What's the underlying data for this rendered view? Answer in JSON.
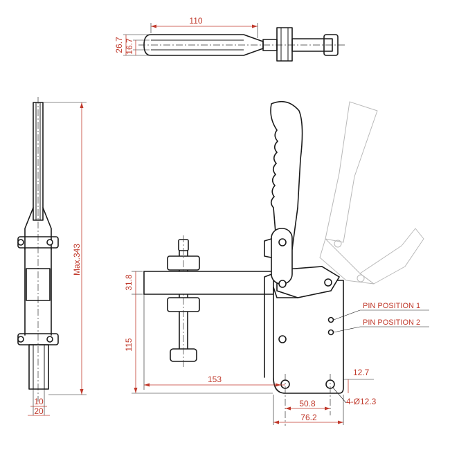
{
  "dimensions": {
    "top_length": "110",
    "top_height_outer": "26.7",
    "top_height_inner": "16.7",
    "side_max_height": "Max.343",
    "side_width_small": "10",
    "side_width_large": "20",
    "arm_height": "31.8",
    "bar_height": "115",
    "arm_length": "153",
    "hole_offset": "12.7",
    "hole_spacing": "50.8",
    "base_width": "76.2",
    "hole_callout": "4-Ø12.3"
  },
  "labels": {
    "pin_position_1": "PIN POSITION 1",
    "pin_position_2": "PIN POSITION 2"
  },
  "colors": {
    "dimension": "#c0392b",
    "outline": "#1a1a1a",
    "ghost": "#b9b9b9"
  }
}
